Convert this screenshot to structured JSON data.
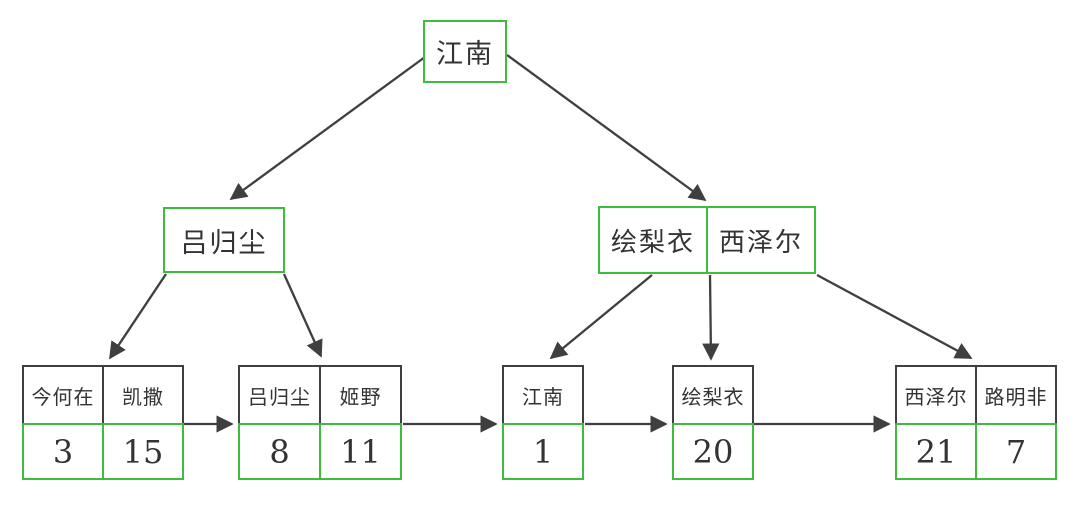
{
  "colors": {
    "node_border": "#3dbd3d",
    "edge": "#3f3f3f",
    "key_row_border": "#3f3f3f",
    "background": "#ffffff",
    "text": "#333333"
  },
  "tree": {
    "root": {
      "keys": [
        "江南"
      ]
    },
    "internal_nodes": [
      {
        "keys": [
          "吕归尘"
        ]
      },
      {
        "keys": [
          "绘梨衣",
          "西泽尔"
        ]
      }
    ],
    "leaf_nodes": [
      {
        "keys": [
          "今何在",
          "凯撒"
        ],
        "values": [
          "3",
          "15"
        ]
      },
      {
        "keys": [
          "吕归尘",
          "姬野"
        ],
        "values": [
          "8",
          "11"
        ]
      },
      {
        "keys": [
          "江南"
        ],
        "values": [
          "1"
        ]
      },
      {
        "keys": [
          "绘梨衣"
        ],
        "values": [
          "20"
        ]
      },
      {
        "keys": [
          "西泽尔",
          "路明非"
        ],
        "values": [
          "21",
          "7"
        ]
      }
    ]
  }
}
